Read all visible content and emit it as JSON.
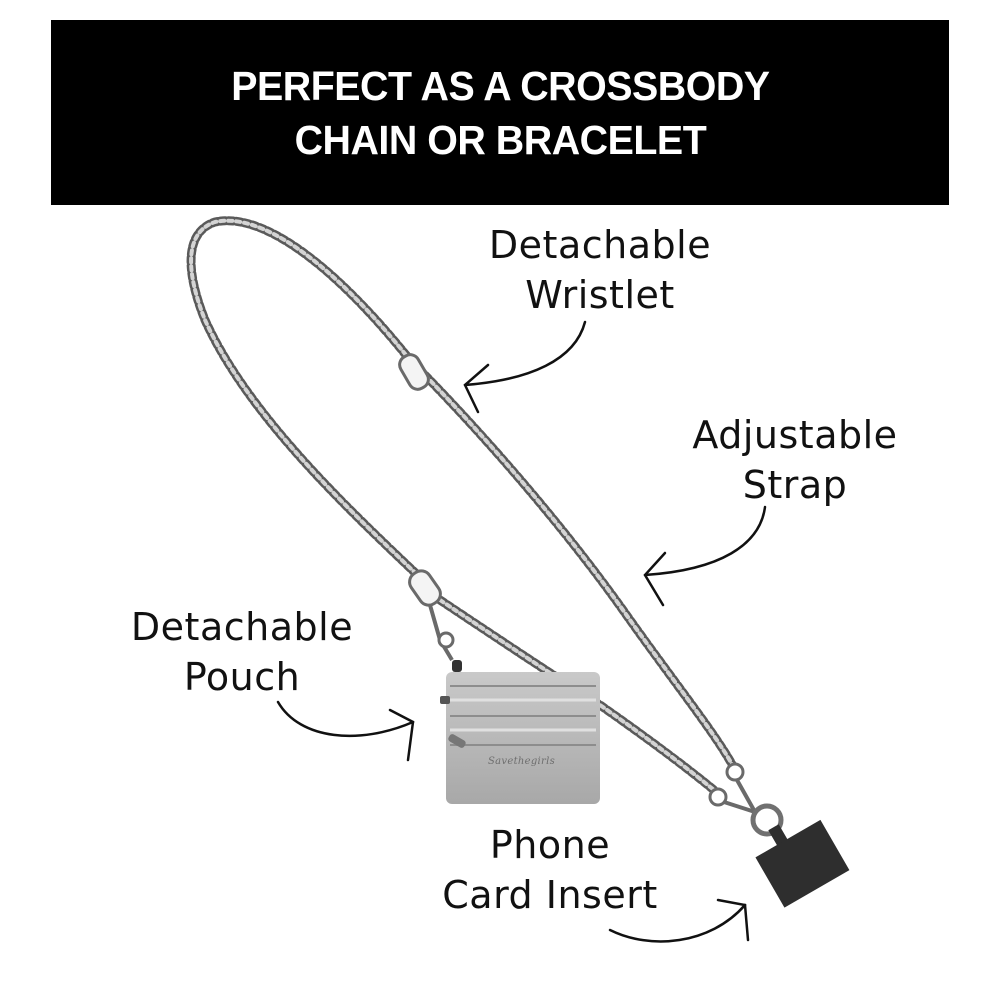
{
  "banner": {
    "line1": "PERFECT AS A CROSSBODY",
    "line2": "CHAIN OR BRACELET",
    "background": "#000000",
    "text_color": "#ffffff"
  },
  "callouts": {
    "wristlet": {
      "line1": "Detachable",
      "line2": "Wristlet"
    },
    "strap": {
      "line1": "Adjustable",
      "line2": "Strap"
    },
    "pouch": {
      "line1": "Detachable",
      "line2": "Pouch"
    },
    "phone": {
      "line1": "Phone",
      "line2": "Card Insert"
    }
  },
  "product": {
    "pouch_brand": "Savethegirls",
    "chain_color": "#a9a9a9",
    "pouch_color": "#b8b8b8",
    "insert_color": "#2e2e2e"
  }
}
